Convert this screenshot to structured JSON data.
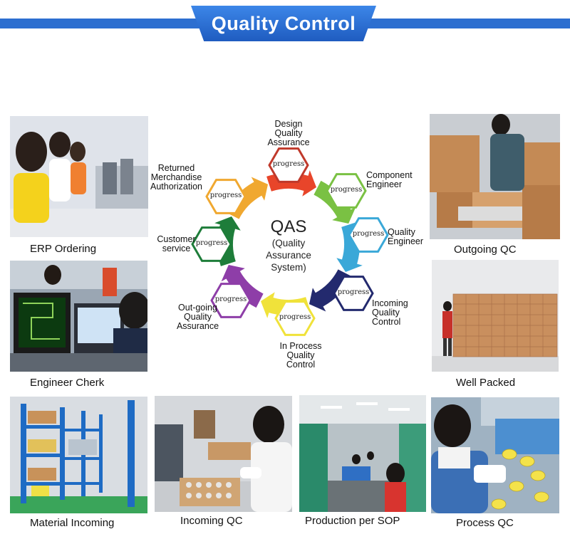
{
  "header": {
    "title": "Quality Control"
  },
  "captions": {
    "erp": "ERP Ordering",
    "engineer": "Engineer Cherk",
    "outgoing": "Outgoing QC",
    "packed": "Well Packed",
    "material": "Material Incoming",
    "incoming": "Incoming QC",
    "production": "Production per SOP",
    "process": "Process QC"
  },
  "diagram": {
    "center_title": "QAS",
    "center_sub": [
      "(Quality",
      "Assurance",
      "System)"
    ],
    "hex_text": "progress",
    "nodes": [
      {
        "label": [
          "Design",
          "Quality",
          "Assurance"
        ],
        "color": "#c0392b"
      },
      {
        "label": [
          "Component",
          "Engineer"
        ],
        "color": "#7ac143"
      },
      {
        "label": [
          "Quality",
          "Engineer"
        ],
        "color": "#3aa8d8"
      },
      {
        "label": [
          "Incoming",
          "Quality",
          "Control"
        ],
        "color": "#232a6e"
      },
      {
        "label": [
          "In Process",
          "Quality",
          "Control"
        ],
        "color": "#f0e23a"
      },
      {
        "label": [
          "Out-going",
          "Quality",
          "Assurance"
        ],
        "color": "#8e3ea8"
      },
      {
        "label": [
          "Customer",
          "service"
        ],
        "color": "#1e7d3a"
      },
      {
        "label": [
          "Returned",
          "Merchandise",
          "Authorization"
        ],
        "color": "#f0a830"
      }
    ]
  }
}
